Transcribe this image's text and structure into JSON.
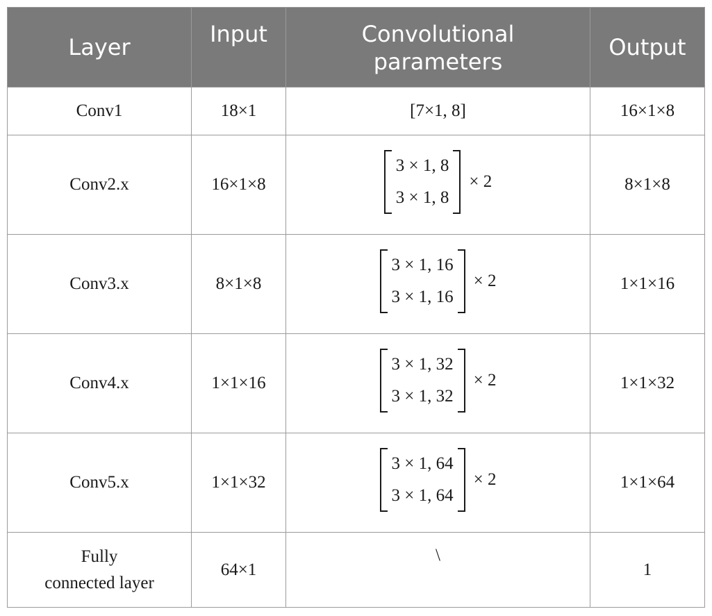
{
  "headers": {
    "layer": "Layer",
    "input": "Input",
    "params_line1": "Convolutional",
    "params_line2": "parameters",
    "output": "Output"
  },
  "rows": [
    {
      "layer": "Conv1",
      "input": "18×1",
      "params": "[7×1, 8]",
      "output": "16×1×8"
    },
    {
      "layer": "Conv2.x",
      "input": "16×1×8",
      "matrix_top": "3 × 1, 8",
      "matrix_bottom": "3 × 1, 8",
      "multiplier": "× 2",
      "output": "8×1×8"
    },
    {
      "layer": "Conv3.x",
      "input": "8×1×8",
      "matrix_top": "3 × 1, 16",
      "matrix_bottom": "3 × 1, 16",
      "multiplier": "× 2",
      "output": "1×1×16"
    },
    {
      "layer": "Conv4.x",
      "input": "1×1×16",
      "matrix_top": "3 × 1, 32",
      "matrix_bottom": "3 × 1, 32",
      "multiplier": "× 2",
      "output": "1×1×32"
    },
    {
      "layer": "Conv5.x",
      "input": "1×1×32",
      "matrix_top": "3 × 1, 64",
      "matrix_bottom": "3 × 1, 64",
      "multiplier": "× 2",
      "output": "1×1×64"
    },
    {
      "layer_line1": "Fully",
      "layer_line2": "connected layer",
      "input": "64×1",
      "params": "\\",
      "output": "1"
    }
  ],
  "colors": {
    "header_bg": "#7a7a7a",
    "header_text": "#ffffff",
    "border": "#9a9a9a"
  }
}
